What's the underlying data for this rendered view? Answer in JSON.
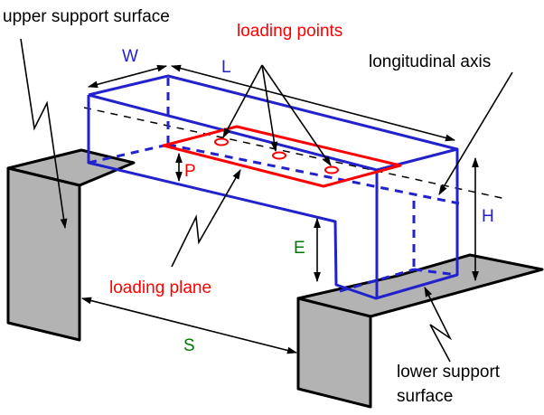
{
  "diagram": {
    "title": "Flexure test setup schematic",
    "labels": {
      "upper_support_surface": "upper support surface",
      "loading_points": "loading points",
      "longitudinal_axis": "longitudinal axis",
      "loading_plane": "loading plane",
      "lower_support_surface_line1": "lower support",
      "lower_support_surface_line2": "surface"
    },
    "dimensions": {
      "width": "W",
      "length": "L",
      "height": "H",
      "plane_offset": "P",
      "edge_offset": "E",
      "span": "S"
    },
    "colors": {
      "beam": "#2222cc",
      "loading": "#ff0000",
      "dimension_secondary": "#007700",
      "support_fill": "#b3b3b3",
      "outline": "#000000"
    },
    "loading_point_count": 3
  }
}
